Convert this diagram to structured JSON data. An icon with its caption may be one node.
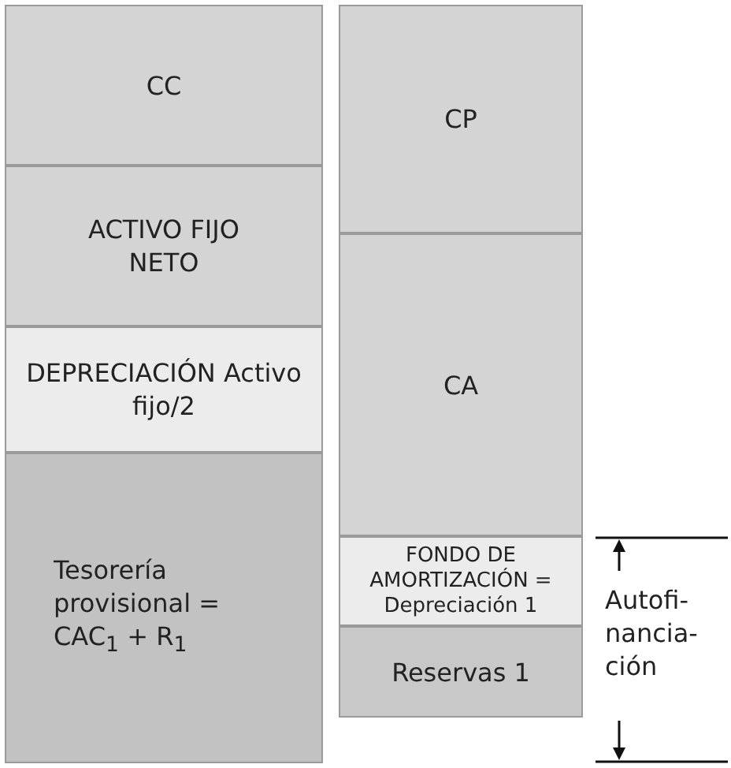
{
  "diagram": {
    "nodes": [
      {
        "text": [
          "CC"
        ]
      },
      {
        "text": [
          "ACTIVO FIJO NETO"
        ]
      },
      {
        "text": [
          "DEPRECIACIÓN Activo fijo/2"
        ]
      },
      {
        "text": [
          "Tesorería provisional = CAC$_{1}$ + R$_{1}$"
        ]
      },
      {
        "text": [
          "CP"
        ]
      },
      {
        "text": [
          "CA"
        ]
      },
      {
        "text": [
          "FONDO DE AMORTIZACIÓN = Depreciación 1"
        ]
      },
      {
        "text": [
          "Reservas 1"
        ]
      }
    ],
    "labels": [
      "Autofi- nancia- ción"
    ]
  }
}
